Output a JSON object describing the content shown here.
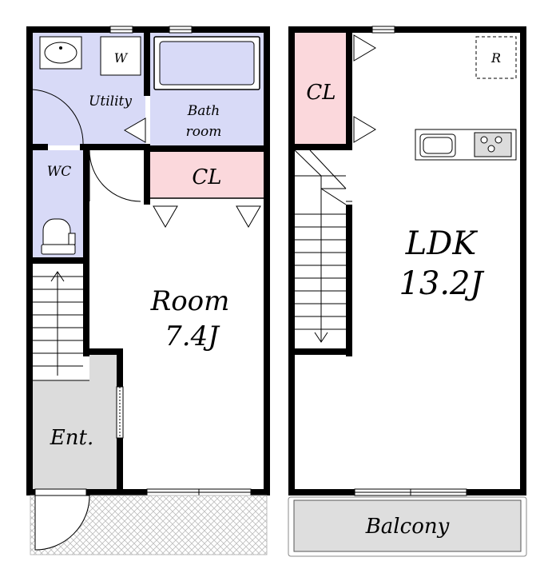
{
  "rooms": {
    "utility": "Utility",
    "washer": "W",
    "bath_line1": "Bath",
    "bath_line2": "room",
    "wc": "WC",
    "closet_1f": "CL",
    "room_name": "Room",
    "room_size": "7.4J",
    "entrance": "Ent.",
    "closet_2f": "CL",
    "ldk_name": "LDK",
    "ldk_size": "13.2J",
    "refrigerator": "R",
    "balcony": "Balcony"
  },
  "colors": {
    "wet_area": "#d8daf7",
    "closet": "#fbd8dc",
    "entrance": "#dcdcdc",
    "balcony": "#dedede",
    "wall": "#000000"
  }
}
